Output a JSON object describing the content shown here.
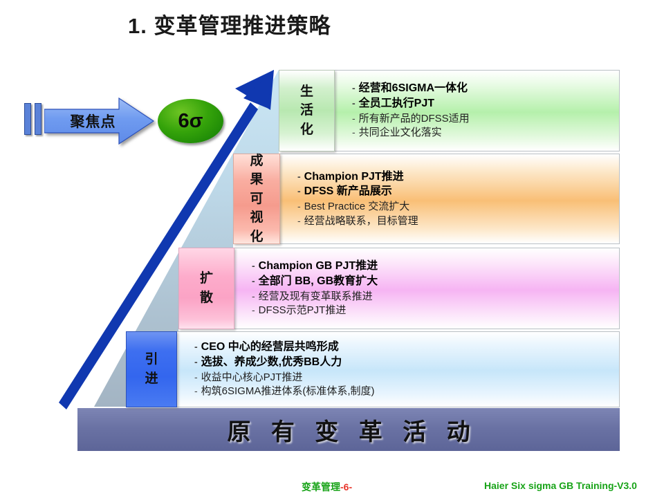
{
  "slide": {
    "title": "1. 变革管理推进策略",
    "bottom_band_label": "原 有 变 革 活 动"
  },
  "focus_widget": {
    "arrow_label": "聚焦点",
    "sigma_label": "6σ",
    "arrow_icon": "right-arrow-icon",
    "ellipse_icon": "green-ellipse-icon",
    "tick_icon": "tick-bar-icon",
    "arrow_color": "#5a82d8",
    "ellipse_color": "#35a30a"
  },
  "big_arrow": {
    "icon": "rising-arrow-icon",
    "color": "#1038b0"
  },
  "staircase": {
    "icon": "staircase-triangle",
    "top_color": "#bdddee",
    "bottom_color": "#a8b8c8"
  },
  "tiers": [
    {
      "label": "生活化",
      "label_color": "#b8e8b0",
      "body_color": "#b5f0ab",
      "bullets": [
        {
          "text": "经营和6SIGMA一体化",
          "strong": true
        },
        {
          "text": "全员工执行PJT",
          "strong": true
        },
        {
          "text": "所有新产品的DFSS适用",
          "strong": false
        },
        {
          "text": "共同企业文化落实",
          "strong": false
        }
      ]
    },
    {
      "label": "成果可视化",
      "label_color": "#f59b8d",
      "body_color": "#f9bf76",
      "bullets": [
        {
          "text": "Champion PJT推进",
          "strong": true
        },
        {
          "text": "DFSS 新产品展示",
          "strong": true
        },
        {
          "text": "Best  Practice 交流扩大",
          "strong": false
        },
        {
          "text": "经营战略联系，目标管理",
          "strong": false
        }
      ]
    },
    {
      "label": "扩散",
      "label_color": "#fba3c5",
      "body_color": "#f6b4f3",
      "bullets": [
        {
          "text": "Champion  GB PJT推进",
          "strong": true
        },
        {
          "text": "全部门 BB, GB教育扩大",
          "strong": true
        },
        {
          "text": "经营及现有变革联系推进",
          "strong": false
        },
        {
          "text": "DFSS示范PJT推进",
          "strong": false
        }
      ]
    },
    {
      "label": "引进",
      "label_color": "#3366ee",
      "body_color": "#c7e6fa",
      "bullets": [
        {
          "text": "CEO 中心的经营层共鸣形成",
          "strong": true
        },
        {
          "text": "选拔、养成少数,优秀BB人力",
          "strong": true
        },
        {
          "text": "收益中心核心PJT推进",
          "strong": false
        },
        {
          "text": "构筑6SIGMA推进体系(标准体系,制度)",
          "strong": false
        }
      ]
    }
  ],
  "footer": {
    "left_text": "变革管理",
    "page_number": "-6-",
    "right_text": "Haier Six sigma GB Training-V3.0",
    "color": "#17a317",
    "page_color": "#e8342a"
  }
}
